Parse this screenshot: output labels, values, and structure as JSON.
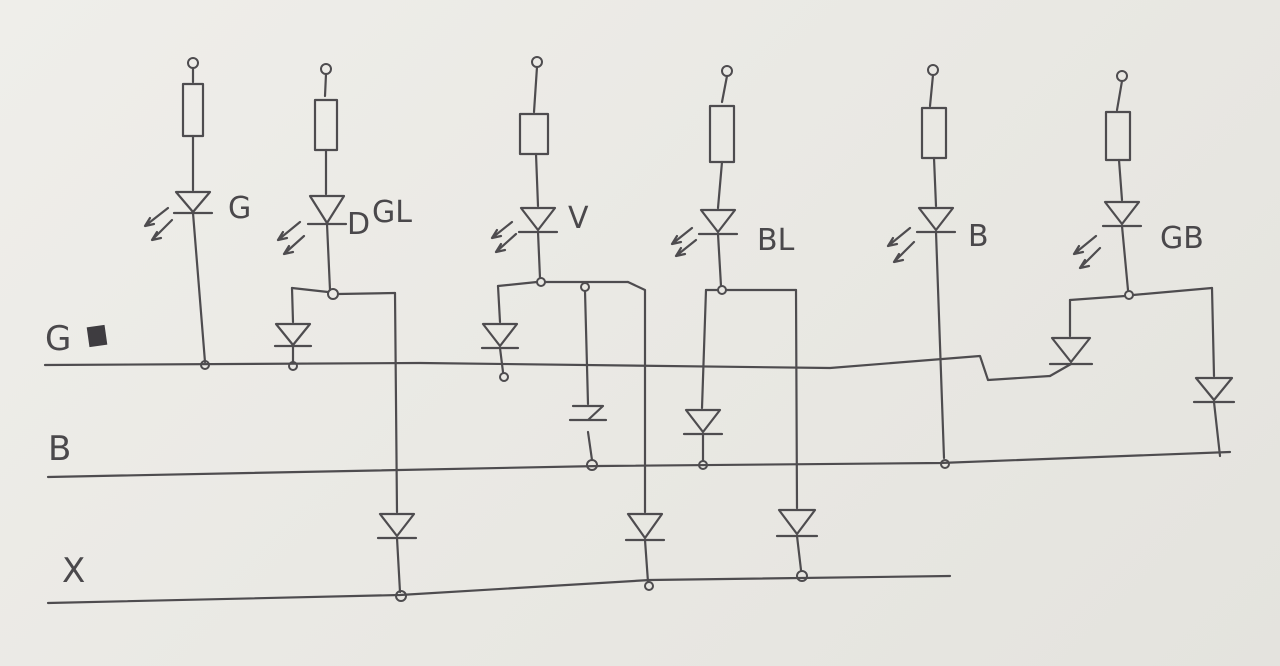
{
  "labels": {
    "rails": {
      "g": "G",
      "b": "B",
      "x": "X"
    },
    "leds": {
      "g": "G",
      "gl": "GL",
      "v": "V",
      "bl": "BL",
      "b": "B",
      "gb": "GB"
    }
  },
  "colors": {
    "paper": "#ecebe7",
    "ink": "#4e4c4f"
  }
}
